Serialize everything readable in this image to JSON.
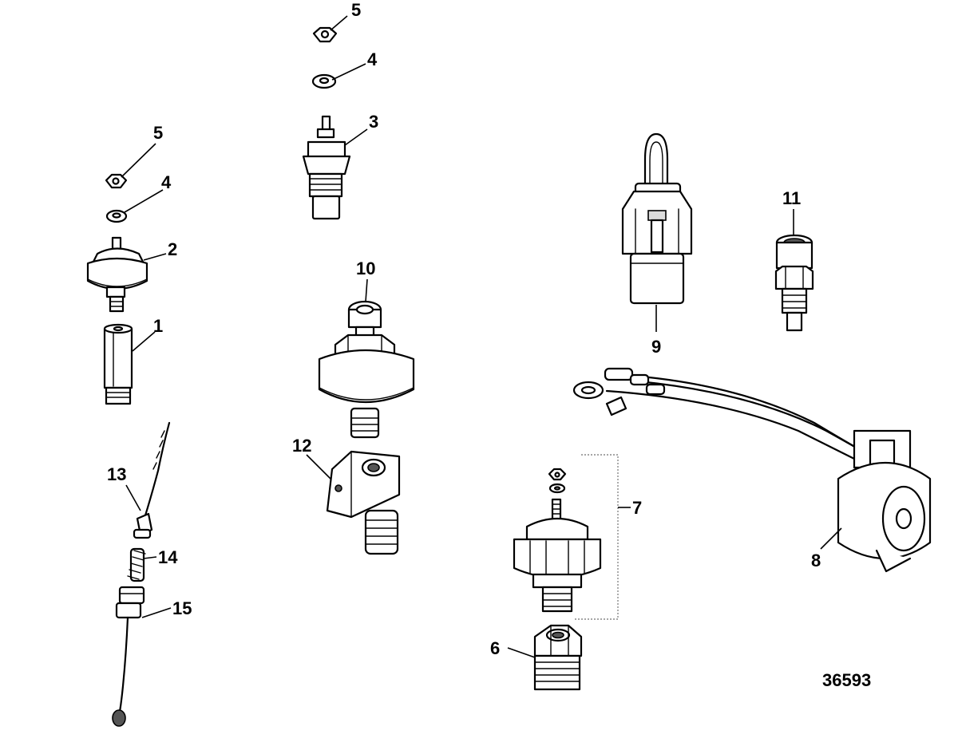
{
  "figure_id": "36593",
  "callouts": {
    "c1": "1",
    "c2": "2",
    "c3": "3",
    "c4a": "4",
    "c4b": "4",
    "c5a": "5",
    "c5b": "5",
    "c6": "6",
    "c7": "7",
    "c8": "8",
    "c9": "9",
    "c10": "10",
    "c11": "11",
    "c12": "12",
    "c13": "13",
    "c14": "14",
    "c15": "15"
  }
}
